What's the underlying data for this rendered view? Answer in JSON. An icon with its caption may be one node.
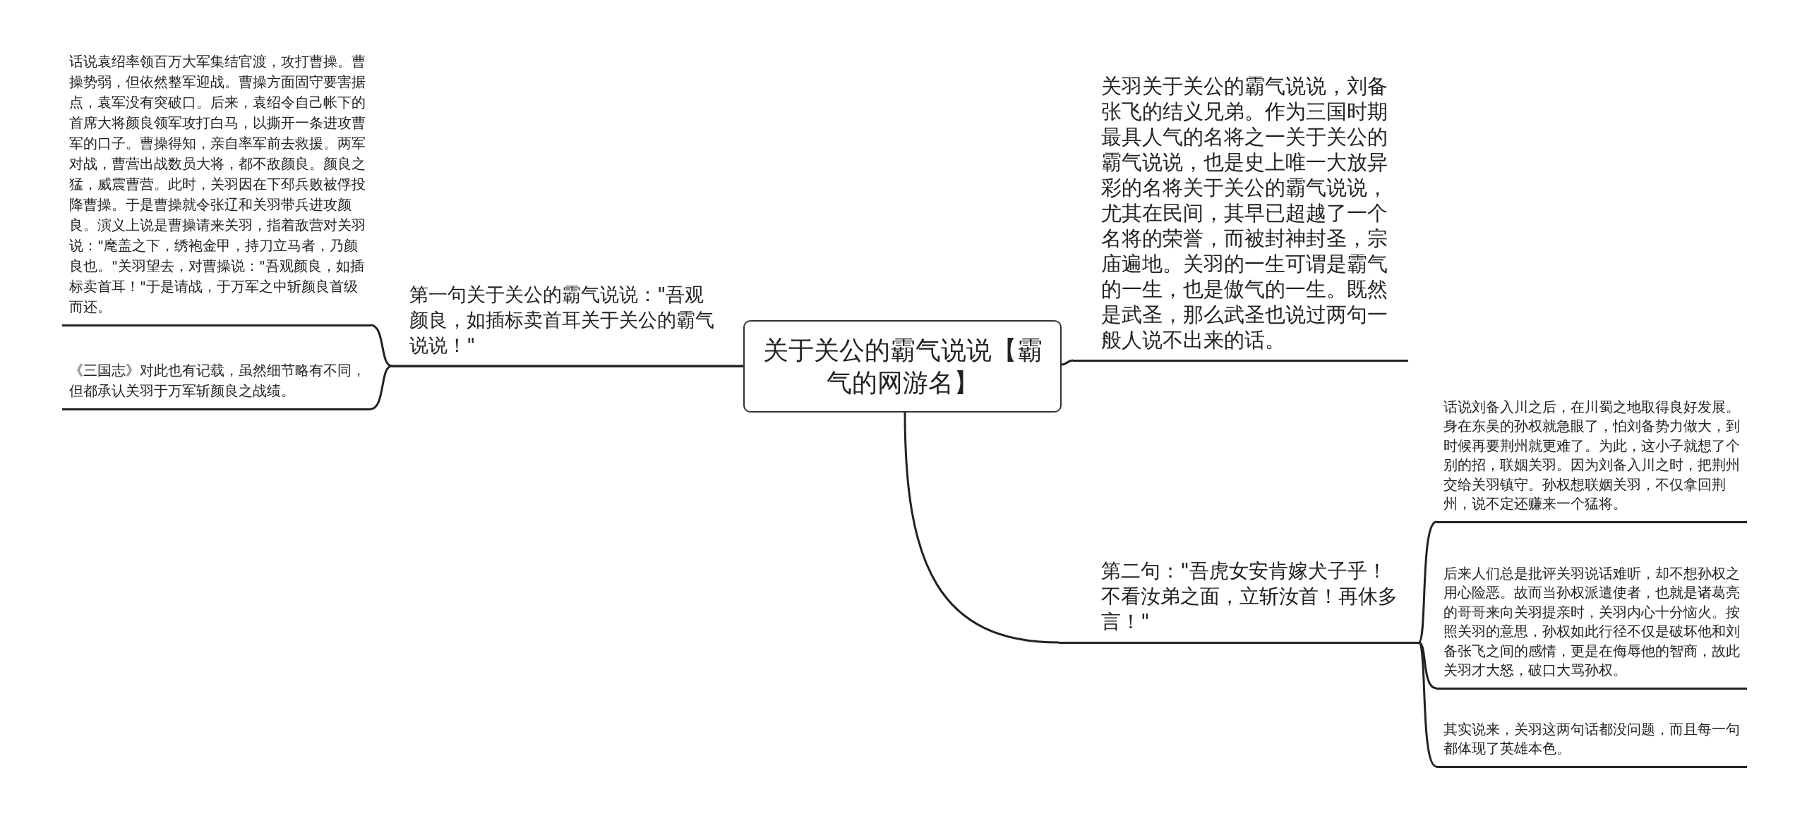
{
  "diagram": {
    "nodes": [
      {
        "text": [
          "关于关公的霸气说说【霸气的网游名】"
        ]
      },
      {
        "text": [
          "第一句关于关公的霸气说说：\"吾观颜良，如插标卖首耳关于关公的霸气说说！\""
        ]
      },
      {
        "text": [
          "话说袁绍率领百万大军集结官渡，攻打曹操。曹操势弱，但依然整军迎战。曹操方面固守要害据点，袁军没有突破口。后来，袁绍令自己帐下的首席大将颜良领军攻打白马，以撕开一条进攻曹军的口子。曹操得知，亲自率军前去救援。两军对战，曹营出战数员大将，都不敌颜良。颜良之猛，威震曹营。此时，关羽因在下邳兵败被俘投降曹操。于是曹操就令张辽和关羽带兵进攻颜良。演义上说是曹操请来关羽，指着敌营对关羽说：\"麾盖之下，绣袍金甲，持刀立马者，乃颜良也。\"关羽望去，对曹操说：\"吾观颜良，如插标卖首耳！\"于是请战，于万军之中斩颜良首级而还。"
        ]
      },
      {
        "text": [
          "《三国志》对此也有记载，虽然细节略有不同，但都承认关羽于万军斩颜良之战绩。"
        ]
      },
      {
        "text": [
          "关羽关于关公的霸气说说，刘备张飞的结义兄弟。作为三国时期最具人气的名将之一关于关公的霸气说说，也是史上唯一大放异彩的名将关于关公的霸气说说，尤其在民间，其早已超越了一个名将的荣誉，而被封神封圣，宗庙遍地。关羽的一生可谓是霸气的一生，也是傲气的一生。既然是武圣，那么武圣也说过两句一般人说不出来的话。"
        ]
      },
      {
        "text": [
          "第二句：\"吾虎女安肯嫁犬子乎！不看汝弟之面，立斩汝首！再休多言！\""
        ]
      },
      {
        "text": [
          "话说刘备入川之后，在川蜀之地取得良好发展。身在东吴的孙权就急眼了，怕刘备势力做大，到时候再要荆州就更难了。为此，这小子就想了个别的招，联姻关羽。因为刘备入川之时，把荆州交给关羽镇守。孙权想联姻关羽，不仅拿回荆州，说不定还赚来一个猛将。"
        ]
      },
      {
        "text": [
          "后来人们总是批评关羽说话难听，却不想孙权之用心险恶。故而当孙权派遣使者，也就是诸葛亮的哥哥来向关羽提亲时，关羽内心十分恼火。按照关羽的意思，孙权如此行径不仅是破坏他和刘备张飞之间的感情，更是在侮辱他的智商，故此关羽才大怒，破口大骂孙权。"
        ]
      },
      {
        "text": [
          "其实说来，关羽这两句话都没问题，而且每一句都体现了英雄本色。"
        ]
      }
    ],
    "edges": [
      {
        "from": 0,
        "to": 1,
        "arrow": "none"
      },
      {
        "from": 1,
        "to": 2,
        "arrow": "none"
      },
      {
        "from": 1,
        "to": 3,
        "arrow": "none"
      },
      {
        "from": 0,
        "to": 4,
        "arrow": "none"
      },
      {
        "from": 0,
        "to": 5,
        "arrow": "none"
      },
      {
        "from": 5,
        "to": 6,
        "arrow": "none"
      },
      {
        "from": 5,
        "to": 7,
        "arrow": "none"
      },
      {
        "from": 5,
        "to": 8,
        "arrow": "none"
      }
    ]
  }
}
